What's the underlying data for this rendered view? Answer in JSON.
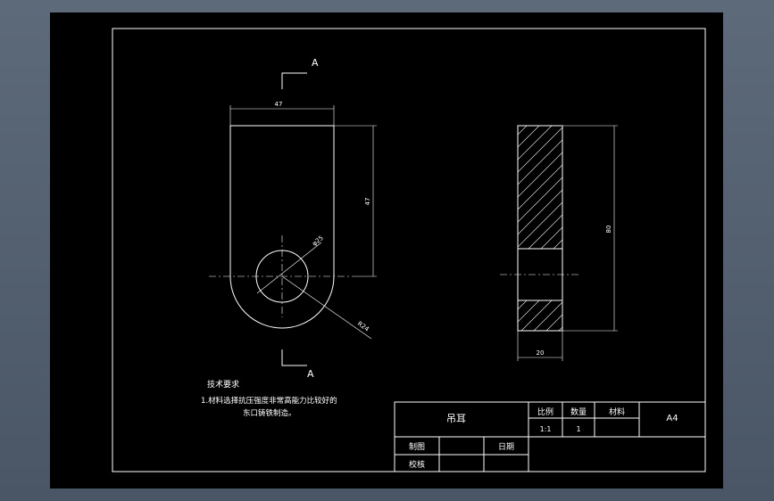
{
  "drawing": {
    "section_marks": {
      "top": "A",
      "bottom": "A"
    },
    "dimensions": {
      "width_front": "47",
      "height_front": "47",
      "hole_diameter": "φ25",
      "outer_radius": "R24",
      "height_side": "80",
      "thickness_side": "20"
    },
    "notes": {
      "heading": "技术要求",
      "line1": "1.材料选择抗压强度非常高能力比较好的",
      "line2": "东口铸铁制造。"
    }
  },
  "title_block": {
    "part_name": "吊耳",
    "scale_label": "比例",
    "qty_label": "数量",
    "material_label": "材料",
    "sheet_size": "A4",
    "scale_value": "1:1",
    "qty_value": "1",
    "drawn_label": "制图",
    "date_label": "日期",
    "checked_label": "校核"
  },
  "colors": {
    "background": "#000000",
    "lines": "#ffffff",
    "frame_outer": "#5d6a7a"
  }
}
